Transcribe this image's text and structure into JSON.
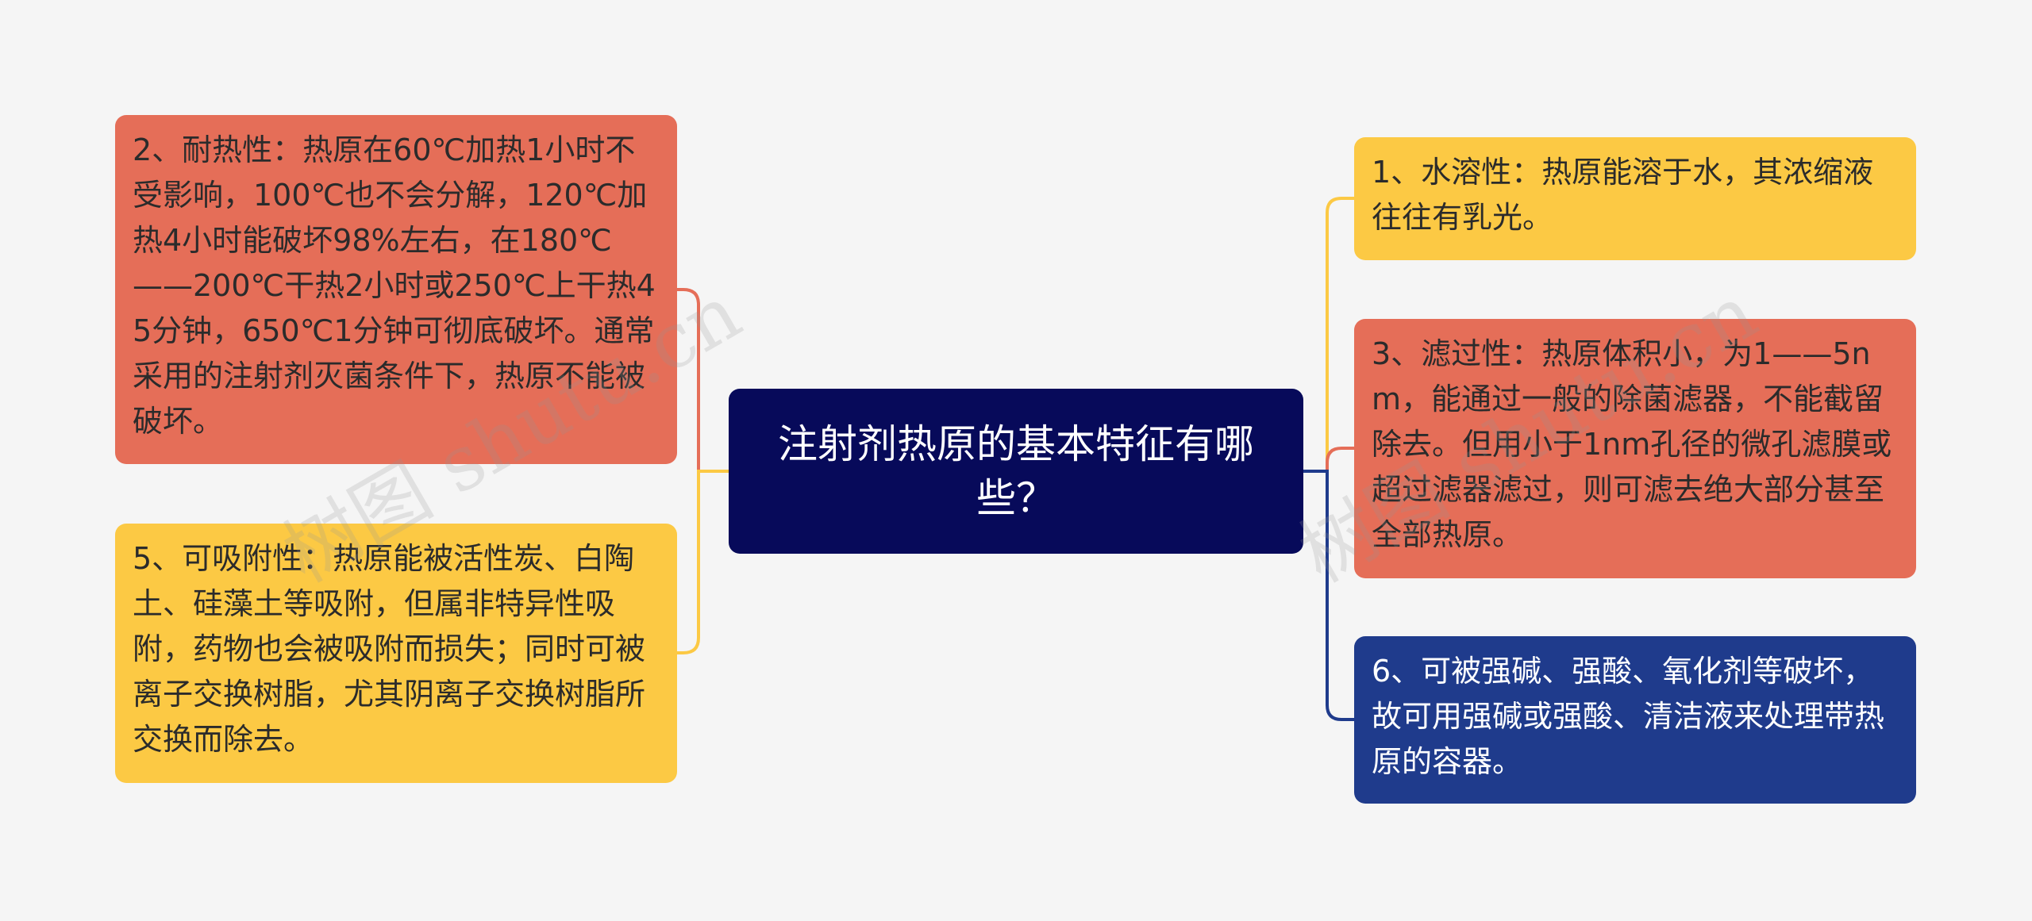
{
  "central": {
    "label": "注射剂热原的基本特征有哪些？",
    "color": "#070a5a"
  },
  "nodes": [
    {
      "id": "heat-resistance",
      "side": "left",
      "color": "#e56e58",
      "text": "2、耐热性：热原在60℃加热1小时不受影响，100℃也不会分解，120℃加热4小时能破坏98%左右，在180℃——200℃干热2小时或250℃上干热45分钟，650℃1分钟可彻底破坏。通常采用的注射剂灭菌条件下，热原不能被破坏。"
    },
    {
      "id": "adsorbability",
      "side": "left",
      "color": "#fcc944",
      "text": "5、可吸附性：热原能被活性炭、白陶土、硅藻土等吸附，但属非特异性吸附，药物也会被吸附而损失；同时可被离子交换树脂，尤其阴离子交换树脂所交换而除去。"
    },
    {
      "id": "water-solubility",
      "side": "right",
      "color": "#fcc944",
      "text": "1、水溶性：热原能溶于水，其浓缩液往往有乳光。"
    },
    {
      "id": "filterability",
      "side": "right",
      "color": "#e56e58",
      "text": "3、滤过性：热原体积小，为1——5nm，能通过一般的除菌滤器，不能截留除去。但用小于1nm孔径的微孔滤膜或超过滤器滤过，则可滤去绝大部分甚至全部热原。"
    },
    {
      "id": "destructibility",
      "side": "right",
      "color": "#1f3b8c",
      "text": "6、可被强碱、强酸、氧化剂等破坏，故可用强碱或强酸、清洁液来处理带热原的容器。"
    }
  ],
  "watermark": {
    "left": "树图 shutu.cn",
    "right": "树图 shutu.cn"
  }
}
